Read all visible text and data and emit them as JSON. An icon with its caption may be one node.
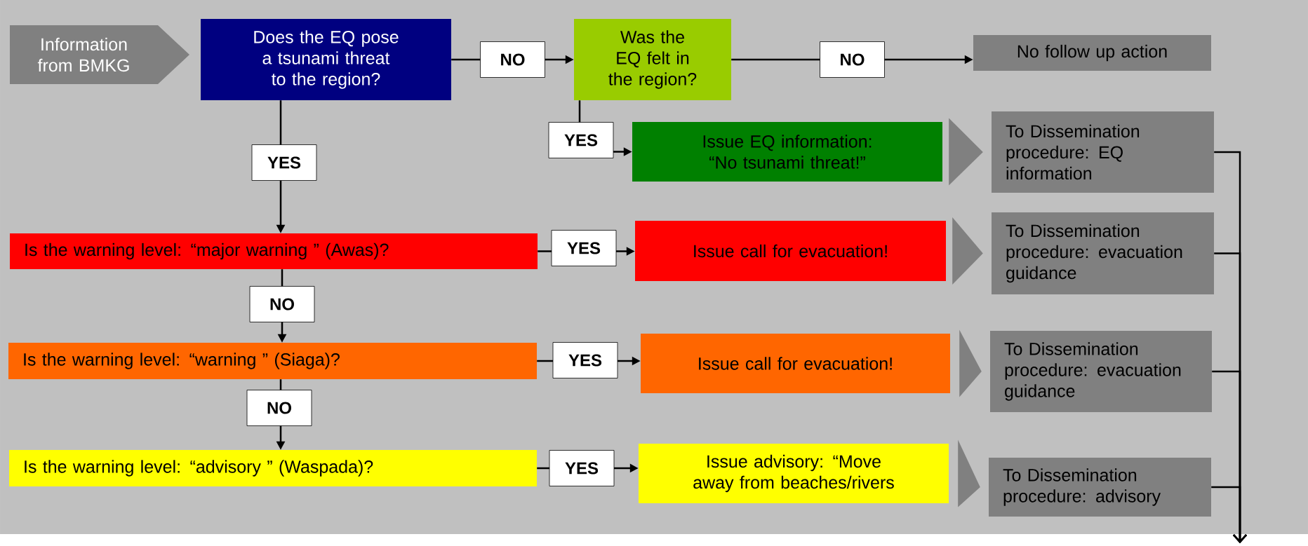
{
  "diagram": {
    "nodes": [
      {
        "text": [
          "Information from BMKG"
        ]
      },
      {
        "text": [
          "Does the EQ pose a tsunami threat to the region?"
        ]
      },
      {
        "text": [
          "Was the EQ felt in the region?"
        ]
      },
      {
        "text": [
          "No follow up action"
        ]
      },
      {
        "text": [
          "Issue EQ information: “No tsunami threat!”"
        ]
      },
      {
        "text": [
          "To Dissemination procedure: EQ information"
        ]
      },
      {
        "text": [
          "Is the warning level: “major warning ” (Awas)?"
        ]
      },
      {
        "text": [
          "Issue call for evacuation!"
        ]
      },
      {
        "text": [
          "To Dissemination procedure: evacuation guidance"
        ]
      },
      {
        "text": [
          "Is the warning level: “warning ” (Siaga)?"
        ]
      },
      {
        "text": [
          "Issue call for evacuation!"
        ]
      },
      {
        "text": [
          "To Dissemination procedure: evacuation guidance"
        ]
      },
      {
        "text": [
          "Is the warning level: “advisory ” (Waspada)?"
        ]
      },
      {
        "text": [
          "Issue advisory: “Move away from beaches/rivers"
        ]
      },
      {
        "text": [
          "To Dissemination procedure: advisory"
        ]
      }
    ],
    "edges": [
      {
        "from": 1,
        "to": 2,
        "arrow": "to",
        "label": "NO"
      },
      {
        "from": 2,
        "to": 3,
        "arrow": "to",
        "label": "NO"
      },
      {
        "from": 2,
        "to": 4,
        "arrow": "to",
        "label": "YES"
      },
      {
        "from": 1,
        "to": 6,
        "arrow": "to",
        "label": "YES"
      },
      {
        "from": 6,
        "to": 7,
        "arrow": "to",
        "label": "YES"
      },
      {
        "from": 6,
        "to": 9,
        "arrow": "to",
        "label": "NO"
      },
      {
        "from": 9,
        "to": 10,
        "arrow": "to",
        "label": "YES"
      },
      {
        "from": 9,
        "to": 12,
        "arrow": "to",
        "label": "NO"
      },
      {
        "from": 12,
        "to": 13,
        "arrow": "to",
        "label": "YES"
      },
      {
        "from": 4,
        "to": 5,
        "arrow": "to"
      },
      {
        "from": 7,
        "to": 8,
        "arrow": "to"
      },
      {
        "from": 10,
        "to": 11,
        "arrow": "to"
      },
      {
        "from": 13,
        "to": 14,
        "arrow": "to"
      },
      {
        "from": 5,
        "to": null,
        "arrow": "to"
      },
      {
        "from": 8,
        "to": null,
        "arrow": "to"
      },
      {
        "from": 11,
        "to": null,
        "arrow": "to"
      },
      {
        "from": 14,
        "to": null,
        "arrow": "to"
      }
    ]
  }
}
